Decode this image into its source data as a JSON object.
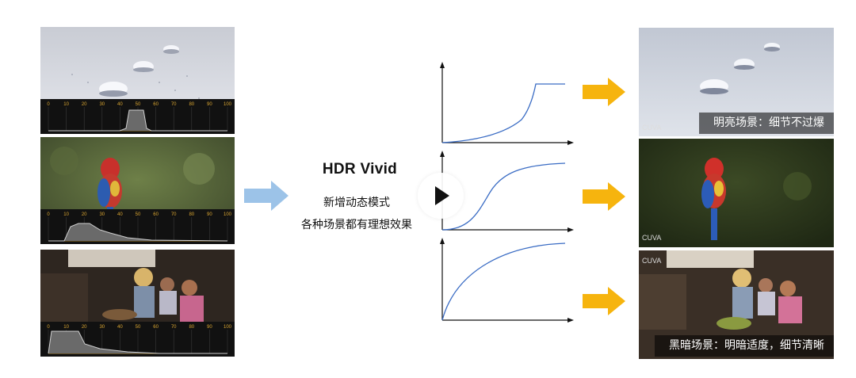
{
  "center": {
    "title": "HDR Vivid",
    "line1": "新增动态模式",
    "line2": "各种场景都有理想效果"
  },
  "histogram_ticks": [
    "0",
    "10",
    "20",
    "30",
    "40",
    "50",
    "60",
    "70",
    "80",
    "90",
    "100"
  ],
  "outputs": {
    "bright_caption": "明亮场景：细节不过爆",
    "dark_caption": "黑暗场景：明暗适度，细节清晰"
  },
  "watermark": "CUVA",
  "colors": {
    "arrow_blue": "#9cc3e8",
    "arrow_orange": "#f6b40e",
    "curve_blue": "#3a6cc4",
    "histogram_tick": "#d9a531"
  }
}
